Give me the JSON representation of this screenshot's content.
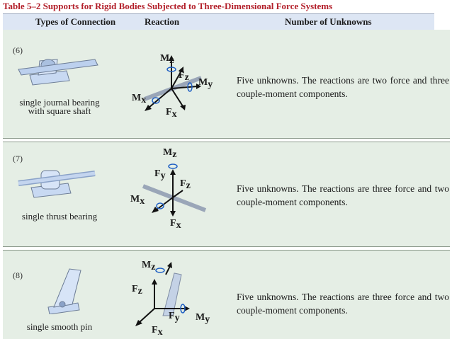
{
  "title": "Table 5–2    Supports for Rigid Bodies Subjected to Three-Dimensional Force Systems",
  "header": {
    "col1": "Types of Connection",
    "col2": "Reaction",
    "col3": "Number of Unknowns"
  },
  "rows": [
    {
      "number": "(6)",
      "caption_line1": "single journal bearing",
      "caption_line2": "with square shaft",
      "description": "Five unknowns. The reactions are two force and three couple-moment components.",
      "labels": {
        "M": "M",
        "F": "F",
        "x": "x",
        "y": "y",
        "z": "z"
      }
    },
    {
      "number": "(7)",
      "caption_line1": "single thrust bearing",
      "description": "Five unknowns. The reactions are three force and two couple-moment components."
    },
    {
      "number": "(8)",
      "caption_line1": "single smooth pin",
      "description": "Five unknowns. The reactions are three force and two couple-moment components."
    }
  ],
  "colors": {
    "title": "#b3202b",
    "row_bg": "#e5eee5",
    "header_bg": "#dde6f4",
    "moment_arc": "#1f5fc4"
  }
}
